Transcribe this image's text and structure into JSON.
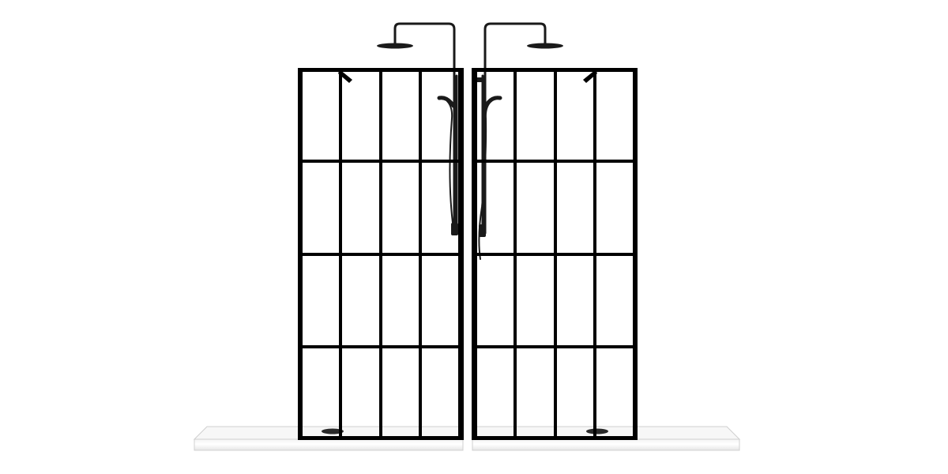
{
  "scene": {
    "background_color": "#ffffff",
    "frame_color": "#000000",
    "fixture_color": "#1a1a1a",
    "tray_color": "#ffffff",
    "tray_edge_color": "#d4d4d4",
    "panels": [
      {
        "name": "left",
        "columns": 4,
        "rows": 4
      },
      {
        "name": "right",
        "columns": 4,
        "rows": 4
      }
    ]
  }
}
